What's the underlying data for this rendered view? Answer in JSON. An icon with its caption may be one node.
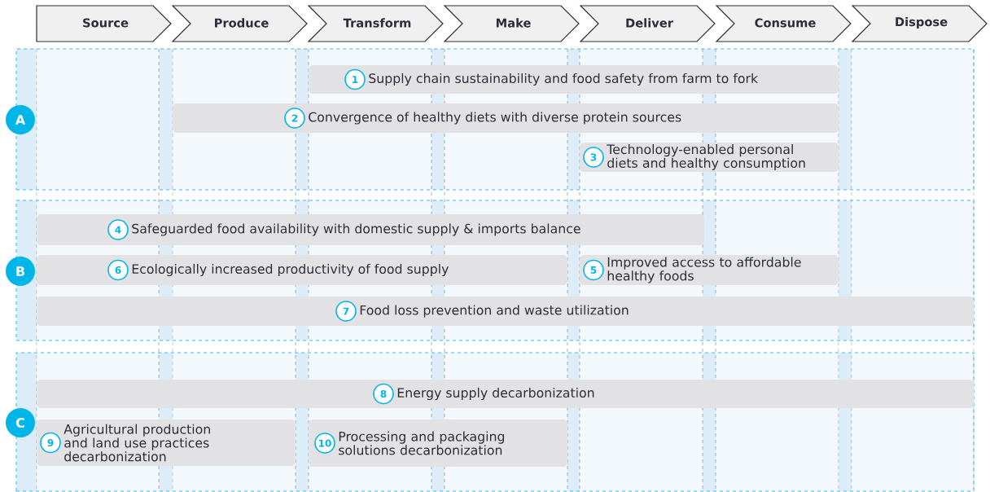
{
  "diagram": {
    "nodes": [
      {
        "text": [
          "Source"
        ]
      },
      {
        "text": [
          "Produce"
        ]
      },
      {
        "text": [
          "Transform"
        ]
      },
      {
        "text": [
          "Make"
        ]
      },
      {
        "text": [
          "Deliver"
        ]
      },
      {
        "text": [
          "Consume"
        ]
      },
      {
        "text": [
          "Dispose"
        ]
      },
      {
        "text": [
          "A"
        ]
      },
      {
        "text": [
          "1",
          "Supply chain sustainability and food safety from farm to fork"
        ],
        "in": 7
      },
      {
        "text": [
          "2",
          "Convergence of healthy diets with diverse protein sources"
        ],
        "in": 7
      },
      {
        "text": [
          "3",
          "Technology-enabled personal diets and healthy consumption"
        ],
        "in": 7
      },
      {
        "text": [
          "B"
        ]
      },
      {
        "text": [
          "4",
          "Safeguarded food availability with domestic supply & imports balance"
        ],
        "in": 11
      },
      {
        "text": [
          "6",
          "Ecologically increased productivity of food supply"
        ],
        "in": 11
      },
      {
        "text": [
          "5",
          "Improved access to affordable healthy foods"
        ],
        "in": 11
      },
      {
        "text": [
          "7",
          "Food loss prevention and waste utilization"
        ],
        "in": 11
      },
      {
        "text": [
          "C"
        ]
      },
      {
        "text": [
          "8",
          "Energy supply decarbonization"
        ],
        "in": 16
      },
      {
        "text": [
          "9",
          "Agricultural production and land use practices decarbonization"
        ],
        "in": 16
      },
      {
        "text": [
          "10",
          "Processing and packaging solutions decarbonization"
        ],
        "in": 16
      }
    ]
  }
}
